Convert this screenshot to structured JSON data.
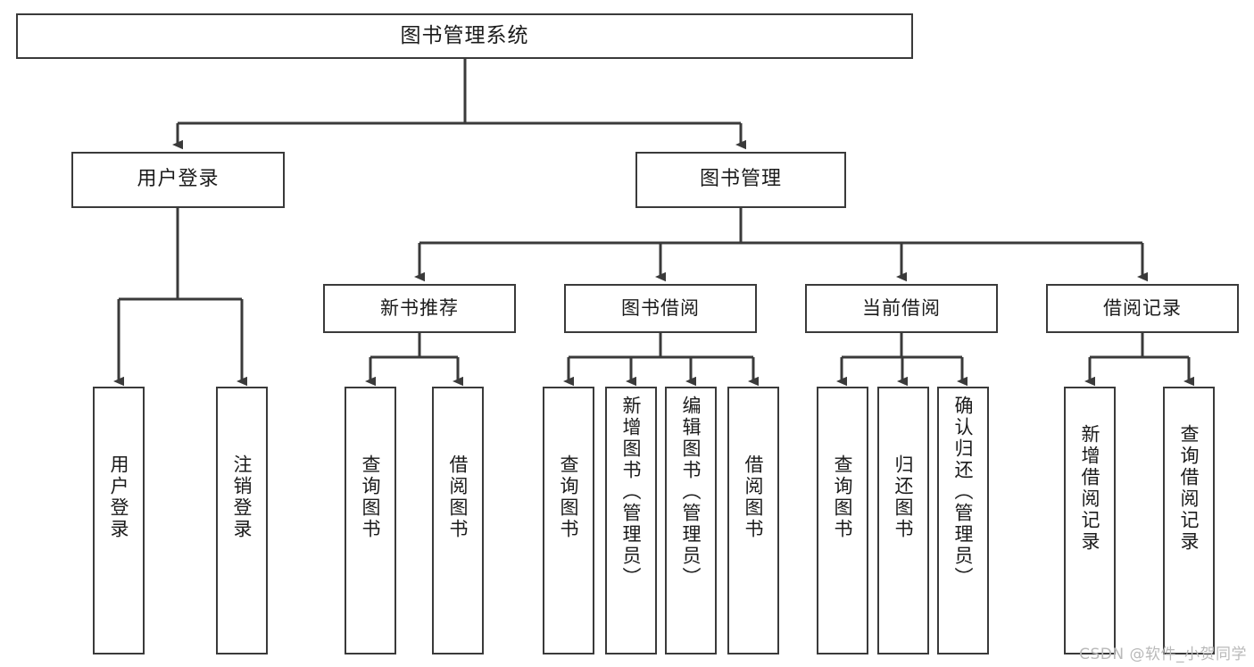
{
  "diagram": {
    "title_node": {
      "id": "root",
      "label": "图书管理系统"
    },
    "level1": [
      {
        "id": "user-login",
        "label": "用户登录"
      },
      {
        "id": "book-manage",
        "label": "图书管理"
      }
    ],
    "level2": [
      {
        "id": "new-book-recommend",
        "label": "新书推荐"
      },
      {
        "id": "book-borrow",
        "label": "图书借阅"
      },
      {
        "id": "current-borrow",
        "label": "当前借阅"
      },
      {
        "id": "borrow-record",
        "label": "借阅记录"
      }
    ],
    "leaves": [
      {
        "id": "leaf-user-login",
        "label": "用户登录",
        "parent": "user-login"
      },
      {
        "id": "leaf-logout-login",
        "label": "注销登录",
        "parent": "user-login"
      },
      {
        "id": "leaf-query-book-1",
        "label": "查询图书",
        "parent": "new-book-recommend"
      },
      {
        "id": "leaf-borrow-book-1",
        "label": "借阅图书",
        "parent": "new-book-recommend"
      },
      {
        "id": "leaf-query-book-2",
        "label": "查询图书",
        "parent": "book-borrow"
      },
      {
        "id": "leaf-add-book",
        "label": "新增图书（管理员）",
        "parent": "book-borrow"
      },
      {
        "id": "leaf-edit-book",
        "label": "编辑图书（管理员）",
        "parent": "book-borrow"
      },
      {
        "id": "leaf-borrow-book-2",
        "label": "借阅图书",
        "parent": "book-borrow"
      },
      {
        "id": "leaf-query-book-3",
        "label": "查询图书",
        "parent": "current-borrow"
      },
      {
        "id": "leaf-return-book",
        "label": "归还图书",
        "parent": "current-borrow"
      },
      {
        "id": "leaf-confirm-return",
        "label": "确认归还（管理员）",
        "parent": "current-borrow"
      },
      {
        "id": "leaf-add-record",
        "label": "新增借阅记录",
        "parent": "borrow-record"
      },
      {
        "id": "leaf-query-record",
        "label": "查询借阅记录",
        "parent": "borrow-record"
      }
    ],
    "watermark": "CSDN @软件_小贺同学",
    "colors": {
      "box_border": "#3a3a3a",
      "connector": "#3a3a3a",
      "background": "#ffffff",
      "text": "#1b1b1b",
      "watermark": "#b9b9b9"
    }
  }
}
